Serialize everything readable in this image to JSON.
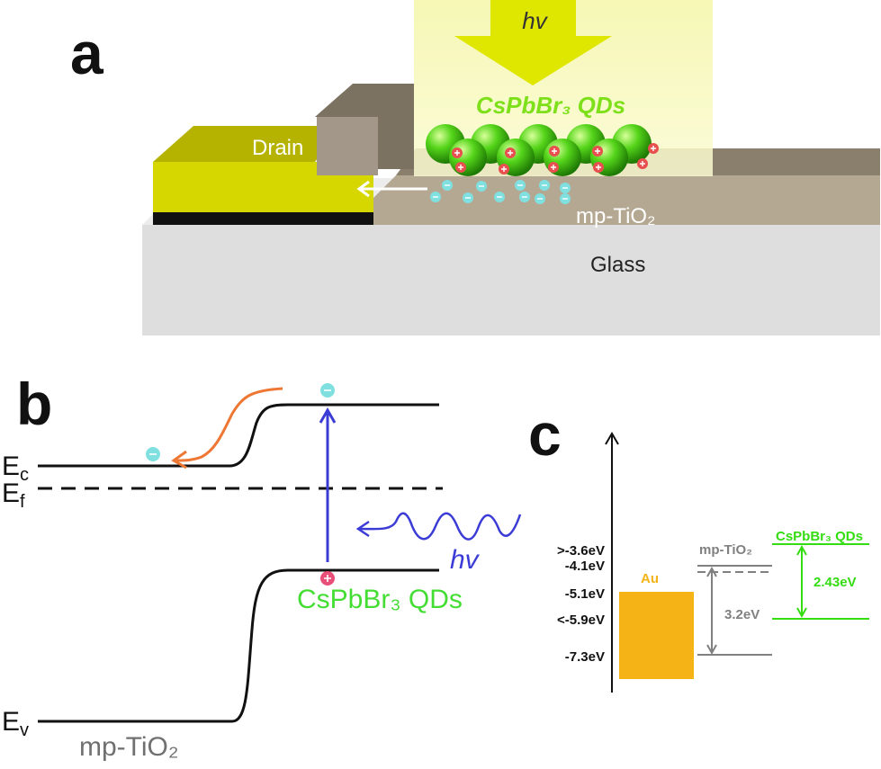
{
  "panel_a": {
    "letter": "a",
    "light": "hv",
    "qds": "CsPbBr₃ QDs",
    "drain": "Drain",
    "layer": "mp-TiO₂",
    "substrate": "Glass",
    "colors": {
      "gold": "#e6e600",
      "glass": "#dcdcdc",
      "tio2": "#b9ad99",
      "qd_green": "#33cc00",
      "electron": "#80e0e0",
      "hole": "#e85050"
    }
  },
  "panel_b": {
    "letter": "b",
    "ec": "E",
    "ec_sub": "c",
    "ef": "E",
    "ef_sub": "f",
    "ev": "E",
    "ev_sub": "v",
    "light": "hv",
    "qds": "CsPbBr₃ QDs",
    "tio2": "mp-TiO₂",
    "colors": {
      "arrow_blue": "#3b3bd6",
      "arrow_orange": "#ee7733",
      "qd_green": "#44dd33",
      "tio2_gray": "#707070"
    }
  },
  "panel_c": {
    "letter": "c",
    "levels": [
      ">-3.6eV",
      "-4.1eV",
      "-5.1eV",
      "<-5.9eV",
      "-7.3eV"
    ],
    "au": "Au",
    "tio2": "mp-TiO₂",
    "qds": "CsPbBr₃ QDs",
    "gap_tio2": "3.2eV",
    "gap_qds": "2.43eV",
    "colors": {
      "au": "#f5b316",
      "tio2": "#808080",
      "qds": "#33dd11"
    }
  }
}
